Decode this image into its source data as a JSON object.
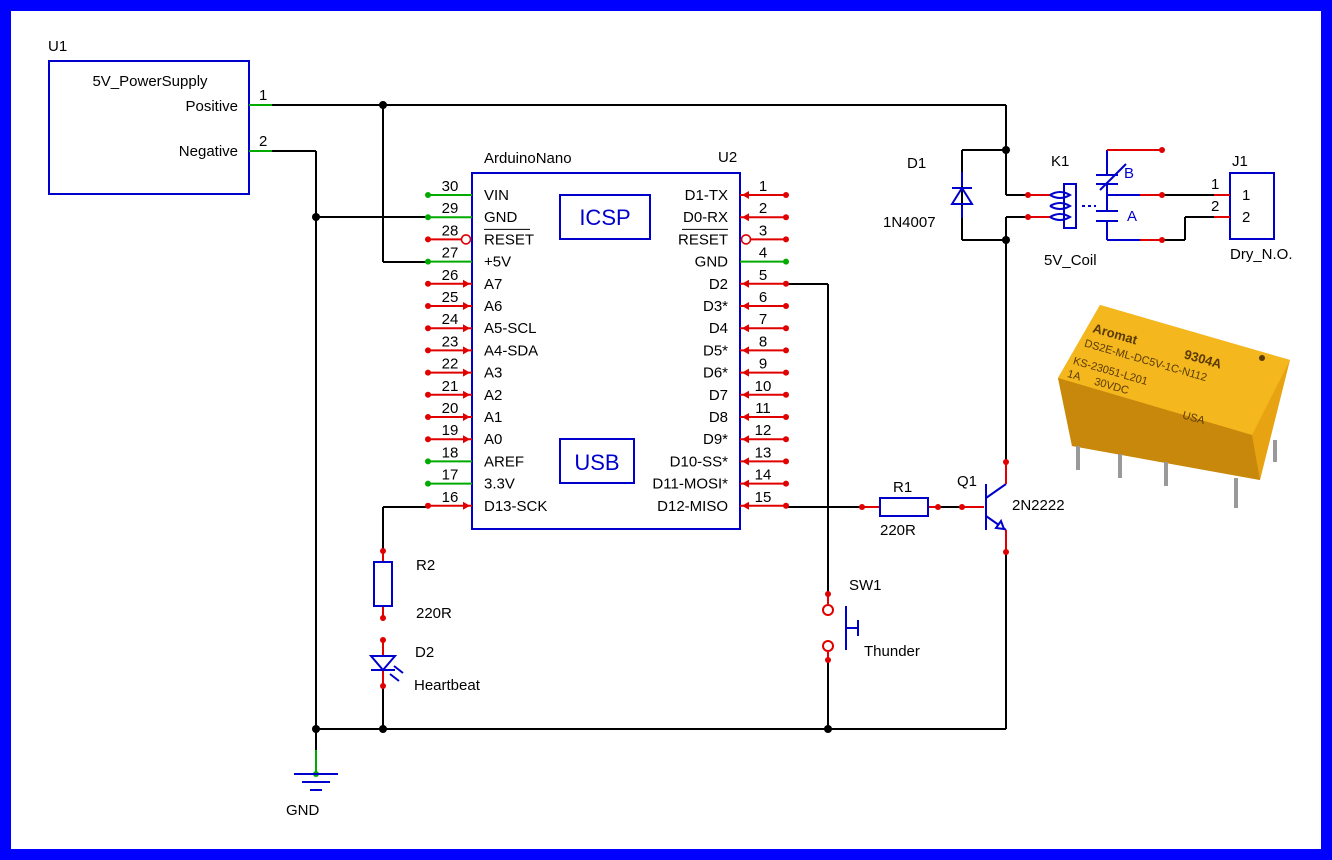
{
  "colors": {
    "frame": "#0000ff",
    "symbol": "#0000cc",
    "pin_red": "#e00000",
    "pin_green": "#00aa00",
    "wire": "#000000",
    "relay_body": "#f2b21d"
  },
  "u1": {
    "ref": "U1",
    "name": "5V_PowerSupply",
    "positive": "Positive",
    "negative": "Negative",
    "pin1": "1",
    "pin2": "2"
  },
  "u2": {
    "ref": "U2",
    "name": "ArduinoNano",
    "icsp": "ICSP",
    "usb": "USB",
    "left_pins": [
      {
        "num": "30",
        "label": "VIN",
        "type": "green"
      },
      {
        "num": "29",
        "label": "GND",
        "type": "green"
      },
      {
        "num": "28",
        "label": "RESET",
        "type": "bubble",
        "overline": true
      },
      {
        "num": "27",
        "label": "+5V",
        "type": "green"
      },
      {
        "num": "26",
        "label": "A7",
        "type": "red"
      },
      {
        "num": "25",
        "label": "A6",
        "type": "red"
      },
      {
        "num": "24",
        "label": "A5-SCL",
        "type": "red"
      },
      {
        "num": "23",
        "label": "A4-SDA",
        "type": "red"
      },
      {
        "num": "22",
        "label": "A3",
        "type": "red"
      },
      {
        "num": "21",
        "label": "A2",
        "type": "red"
      },
      {
        "num": "20",
        "label": "A1",
        "type": "red"
      },
      {
        "num": "19",
        "label": "A0",
        "type": "red"
      },
      {
        "num": "18",
        "label": "AREF",
        "type": "green"
      },
      {
        "num": "17",
        "label": "3.3V",
        "type": "green"
      },
      {
        "num": "16",
        "label": "D13-SCK",
        "type": "red"
      }
    ],
    "right_pins": [
      {
        "num": "1",
        "label": "D1-TX",
        "type": "red"
      },
      {
        "num": "2",
        "label": "D0-RX",
        "type": "red"
      },
      {
        "num": "3",
        "label": "RESET",
        "type": "bubble",
        "overline": true
      },
      {
        "num": "4",
        "label": "GND",
        "type": "green"
      },
      {
        "num": "5",
        "label": "D2",
        "type": "red"
      },
      {
        "num": "6",
        "label": "D3*",
        "type": "red"
      },
      {
        "num": "7",
        "label": "D4",
        "type": "red"
      },
      {
        "num": "8",
        "label": "D5*",
        "type": "red"
      },
      {
        "num": "9",
        "label": "D6*",
        "type": "red"
      },
      {
        "num": "10",
        "label": "D7",
        "type": "red"
      },
      {
        "num": "11",
        "label": "D8",
        "type": "red"
      },
      {
        "num": "12",
        "label": "D9*",
        "type": "red"
      },
      {
        "num": "13",
        "label": "D10-SS*",
        "type": "red"
      },
      {
        "num": "14",
        "label": "D11-MOSI*",
        "type": "red"
      },
      {
        "num": "15",
        "label": "D12-MISO",
        "type": "red"
      }
    ]
  },
  "d1": {
    "ref": "D1",
    "value": "1N4007"
  },
  "k1": {
    "ref": "K1",
    "value": "5V_Coil",
    "contact_b": "B",
    "contact_a": "A"
  },
  "j1": {
    "ref": "J1",
    "value": "Dry_N.O.",
    "pin1": "1",
    "pin2": "2"
  },
  "r1": {
    "ref": "R1",
    "value": "220R"
  },
  "q1": {
    "ref": "Q1",
    "value": "2N2222"
  },
  "r2": {
    "ref": "R2",
    "value": "220R"
  },
  "d2": {
    "ref": "D2",
    "value": "Heartbeat"
  },
  "sw1": {
    "ref": "SW1",
    "value": "Thunder"
  },
  "gnd": {
    "label": "GND"
  },
  "relay_photo": {
    "brand": "Aromat",
    "code": "9304A",
    "model": "DS2E-ML-DC5V-1C-N112",
    "part": "KS-23051-L201",
    "rating1": "1A",
    "rating2": "30VDC",
    "country": "USA"
  }
}
